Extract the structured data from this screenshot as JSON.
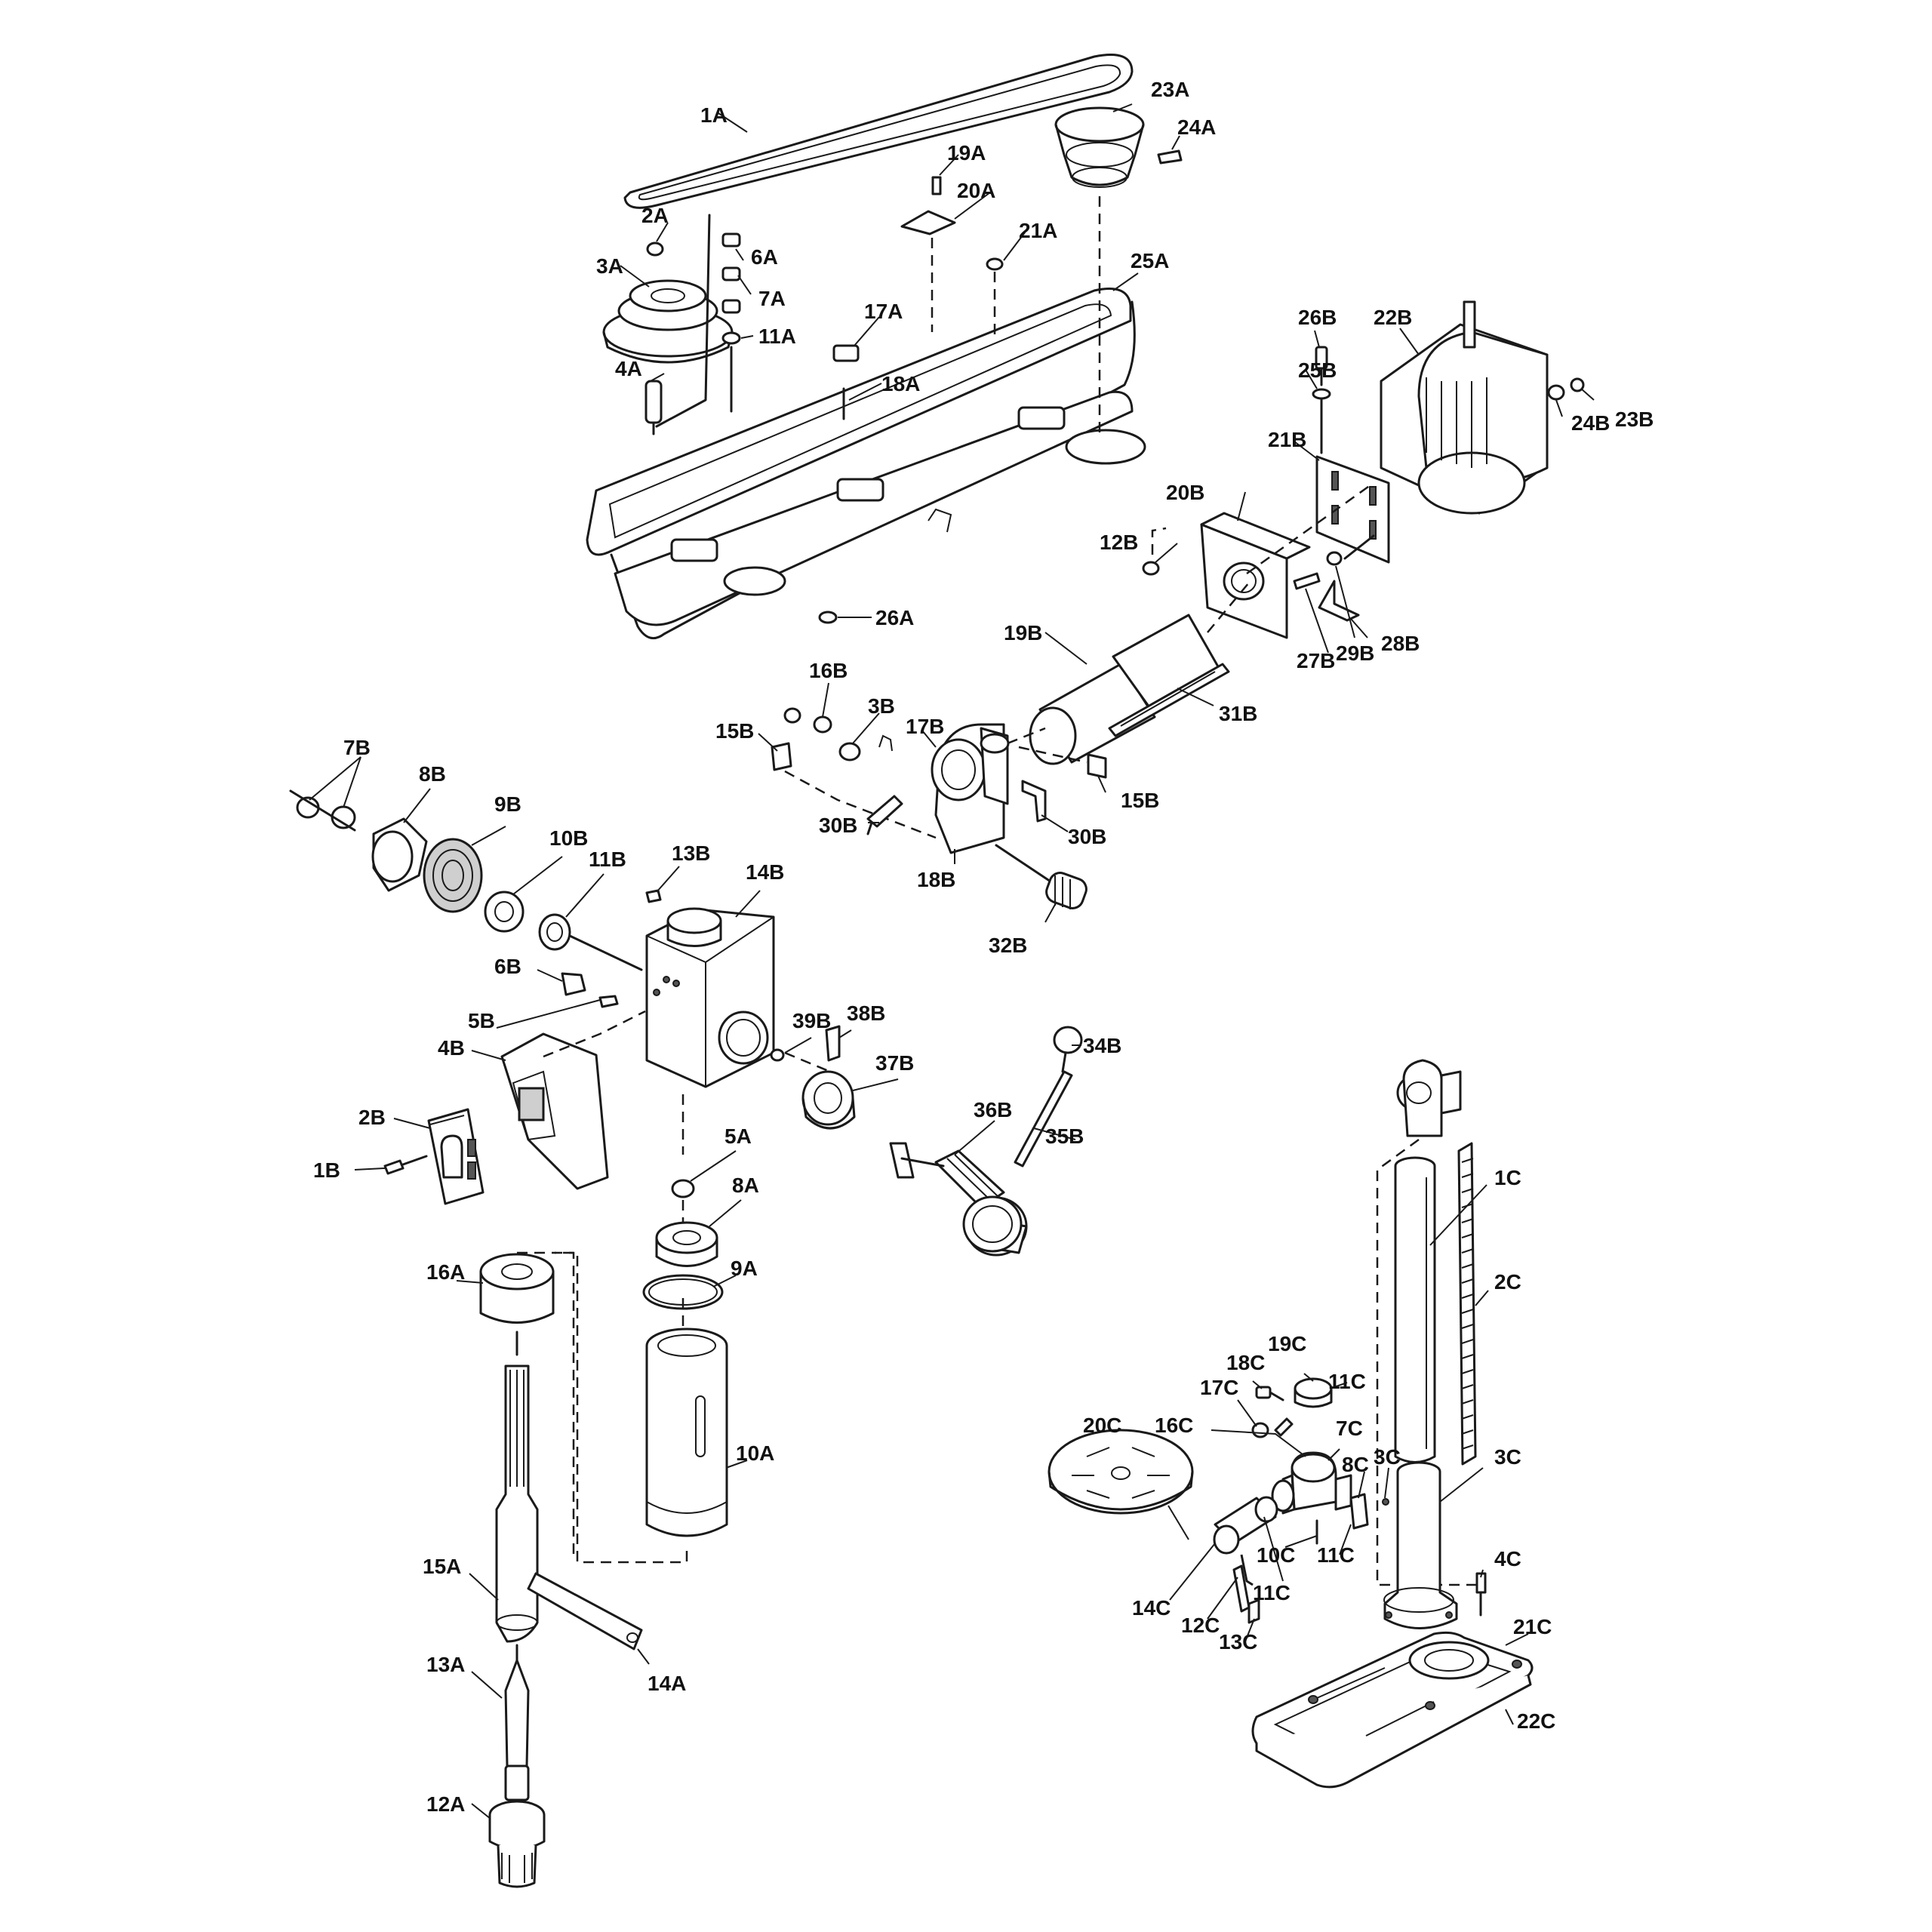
{
  "labels": {
    "1A": "1A",
    "2A": "2A",
    "3A": "3A",
    "4A": "4A",
    "5A": "5A",
    "6A": "6A",
    "7A": "7A",
    "8A": "8A",
    "9A": "9A",
    "10A": "10A",
    "11A": "11A",
    "12A": "12A",
    "13A": "13A",
    "14A": "14A",
    "15A": "15A",
    "16A": "16A",
    "17A": "17A",
    "18A": "18A",
    "19A": "19A",
    "20A": "20A",
    "21A": "21A",
    "23A": "23A",
    "24A": "24A",
    "25A": "25A",
    "26A": "26A",
    "1B": "1B",
    "2B": "2B",
    "3B": "3B",
    "4B": "4B",
    "5B": "5B",
    "6B": "6B",
    "7B": "7B",
    "8B": "8B",
    "9B": "9B",
    "10B": "10B",
    "11B": "11B",
    "12B": "12B",
    "13B": "13B",
    "14B": "14B",
    "15B_left": "15B",
    "15B_right": "15B",
    "16B": "16B",
    "17B": "17B",
    "18B": "18B",
    "19B": "19B",
    "20B": "20B",
    "21B": "21B",
    "22B": "22B",
    "23B": "23B",
    "24B": "24B",
    "25B": "25B",
    "26B": "26B",
    "27B": "27B",
    "28B": "28B",
    "29B": "29B",
    "30B_left": "30B",
    "30B_right": "30B",
    "31B": "31B",
    "32B": "32B",
    "34B": "34B",
    "35B": "35B",
    "36B": "36B",
    "37B": "37B",
    "38B": "38B",
    "39B": "39B",
    "1C": "1C",
    "2C": "2C",
    "3C_left": "3C",
    "3C_right": "3C",
    "4C": "4C",
    "7C": "7C",
    "8C": "8C",
    "10C": "10C",
    "11C_top": "11C",
    "11C_mid": "11C",
    "11C_bottom": "11C",
    "12C": "12C",
    "13C": "13C",
    "14C": "14C",
    "16C": "16C",
    "17C": "17C",
    "18C": "18C",
    "19C": "19C",
    "20C": "20C",
    "21C": "21C",
    "22C": "22C"
  }
}
